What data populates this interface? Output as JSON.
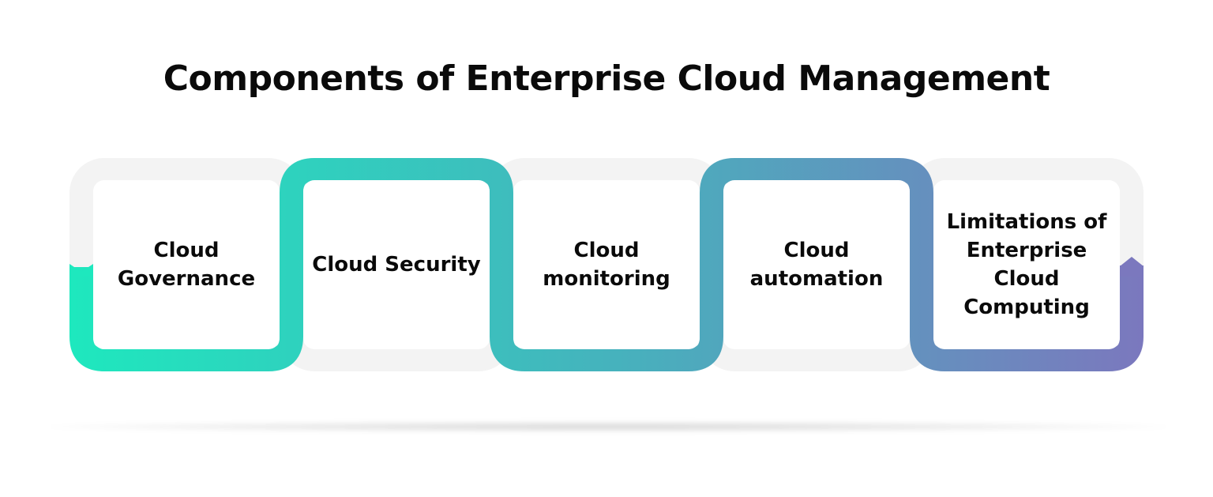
{
  "title": "Components of Enterprise Cloud Management",
  "colors": {
    "gradient_start": "#1ee8be",
    "gradient_mid": "#45b3bd",
    "gradient_end": "#7b78be",
    "box_background": "#f3f3f3",
    "text": "#0a0a0a"
  },
  "components": [
    {
      "label": "Cloud Governance"
    },
    {
      "label": "Cloud Security"
    },
    {
      "label": "Cloud monitoring"
    },
    {
      "label": "Cloud automation"
    },
    {
      "label": "Limitations of Enterprise Cloud Computing"
    }
  ]
}
